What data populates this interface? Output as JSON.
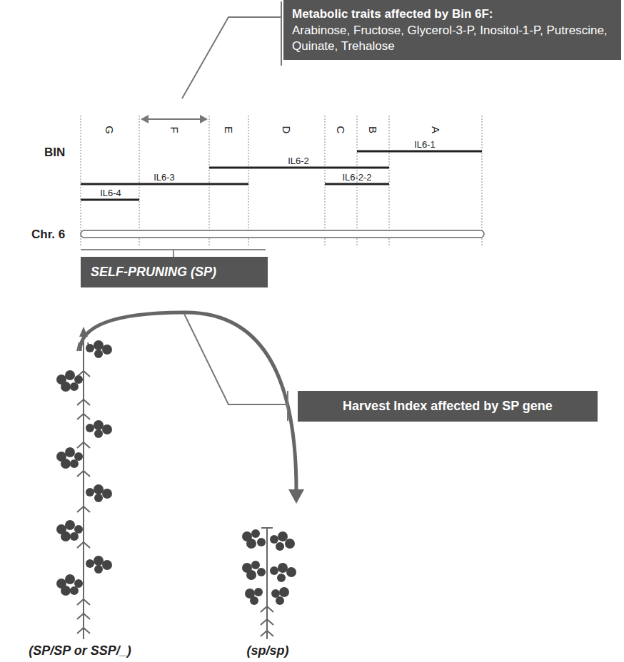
{
  "diagram": {
    "nodes": [
      {
        "text": [
          "Metabolic traits affected by Bin 6F:",
          "Arabinose, Fructose, Glycerol-3-P, Inositol-1-P, Putrescine, Quinate, Trehalose"
        ]
      },
      {
        "text": [
          "SELF-PRUNING (SP)"
        ]
      },
      {
        "text": [
          "Harvest Index affected by SP gene"
        ]
      }
    ],
    "labels": [
      "BIN",
      "G",
      "F",
      "E",
      "D",
      "C",
      "B",
      "A",
      "IL6-1",
      "IL6-2",
      "IL6-3",
      "IL6-2-2",
      "IL6-4",
      "Chr. 6",
      "(SP/SP or SSP/_)",
      "(sp/sp)"
    ]
  }
}
